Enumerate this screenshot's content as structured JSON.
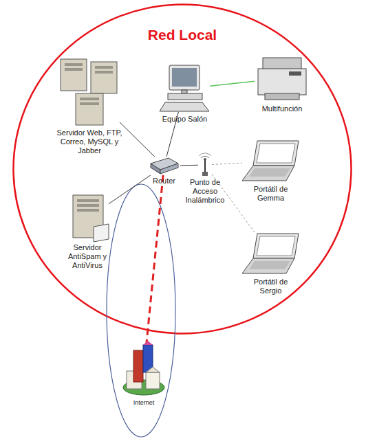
{
  "diagram": {
    "nodes": [
      {
        "text": [
          "Red Local"
        ]
      },
      {
        "text": [
          "Servidor Web, FTP, Correo, MySQL y Jabber"
        ],
        "in": 0
      },
      {
        "text": [
          "Equipo Salón"
        ],
        "in": 0
      },
      {
        "text": [
          "Multifunción"
        ],
        "in": 0
      },
      {
        "text": [
          "Router"
        ],
        "in": 0
      },
      {
        "text": [
          "Punto de Acceso Inalámbrico"
        ],
        "in": 0
      },
      {
        "text": [
          "Portátil de Gemma"
        ],
        "in": 0
      },
      {
        "text": [
          "Servidor AntiSpam y AntiVirus"
        ],
        "in": 0
      },
      {
        "text": [
          "Portátil de Sergio"
        ],
        "in": 0
      },
      {
        "text": [
          "Internet"
        ]
      }
    ],
    "edges": [
      {
        "from": 4,
        "to": 1,
        "arrow": "none"
      },
      {
        "from": 4,
        "to": 2,
        "arrow": "none"
      },
      {
        "from": 2,
        "to": 3,
        "arrow": "none"
      },
      {
        "from": 4,
        "to": 5,
        "arrow": "none"
      },
      {
        "from": 5,
        "to": 6,
        "arrow": "none"
      },
      {
        "from": 5,
        "to": 8,
        "arrow": "none"
      },
      {
        "from": 4,
        "to": 7,
        "arrow": "none"
      },
      {
        "from": 4,
        "to": 9,
        "arrow": "none"
      }
    ]
  }
}
